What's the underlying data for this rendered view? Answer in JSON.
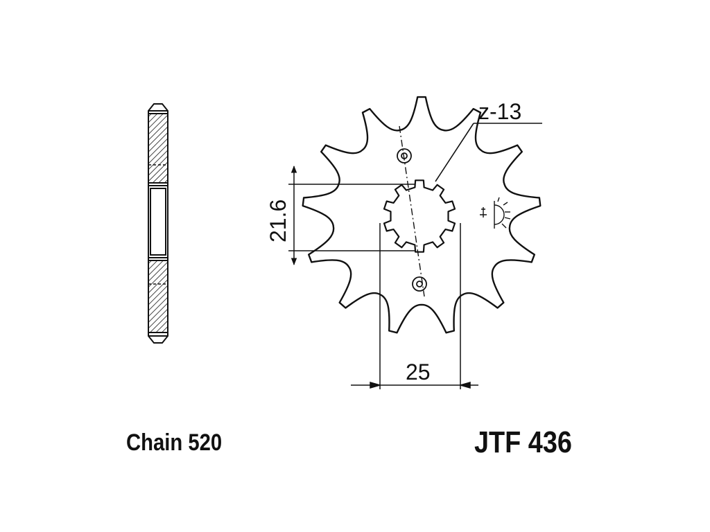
{
  "labels": {
    "chain": "Chain 520",
    "part_number": "JTF 436",
    "teeth": "z-13",
    "bore_diameter": "21.6",
    "spline_width": "25"
  },
  "sprocket": {
    "tooth_count": 13
  },
  "colors": {
    "ink": "#111111",
    "background": "#ffffff"
  },
  "icons": {
    "mark": "sun-symbol-icon"
  }
}
